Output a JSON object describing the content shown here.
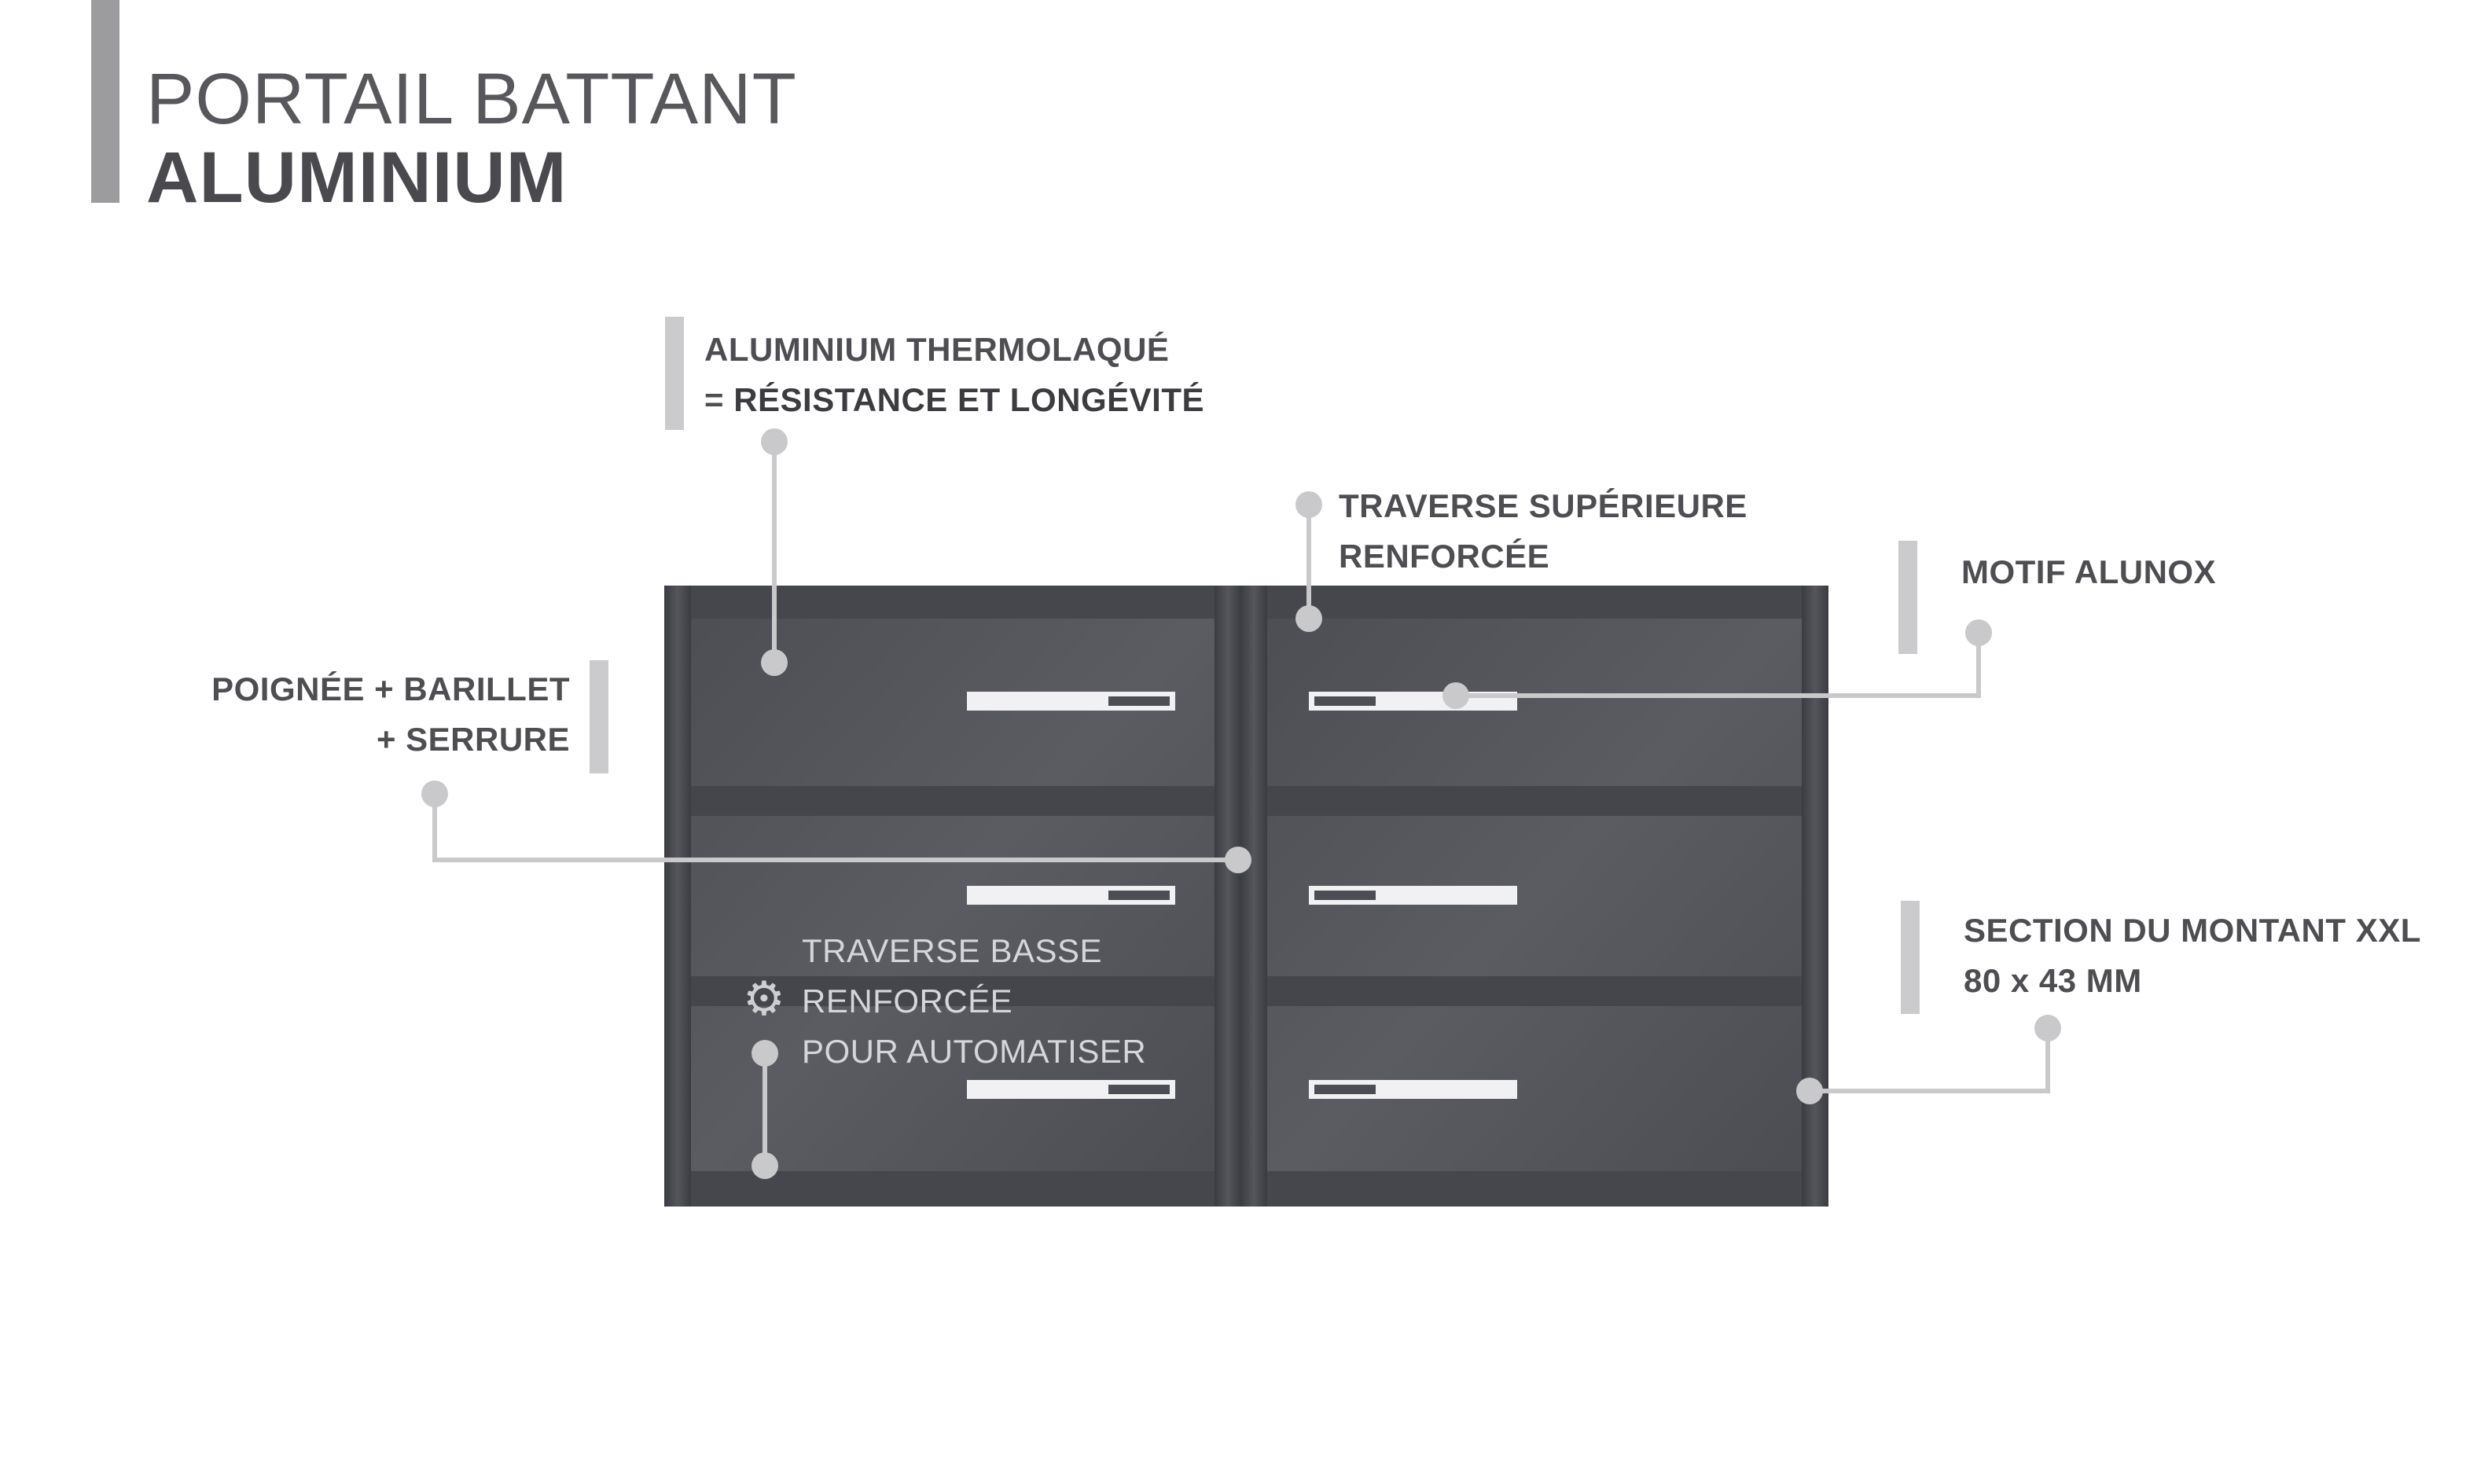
{
  "header": {
    "title_line1": "PORTAIL BATTANT",
    "title_line2": "ALUMINIUM"
  },
  "callouts": {
    "aluminium": {
      "line1": "ALUMINIUM THERMOLAQUÉ",
      "line2_prefix": "= ",
      "line2_bold": "RÉSISTANCE ET LONGÉVITÉ"
    },
    "traverse_sup": {
      "line1": "TRAVERSE SUPÉRIEURE",
      "line2": "RENFORCÉE"
    },
    "motif": {
      "line1": "MOTIF ALUNOX"
    },
    "poignee": {
      "line1": "POIGNÉE + BARILLET",
      "line2": "+ SERRURE"
    },
    "section": {
      "line1": "SECTION DU MONTANT XXL",
      "line2": "80 x 43 MM"
    },
    "traverse_basse": {
      "line1": "TRAVERSE BASSE",
      "line2": "RENFORCÉE",
      "line3": "POUR AUTOMATISER"
    }
  },
  "icons": {
    "gear": "gear-icon"
  },
  "colors": {
    "gate": "#4d4f55",
    "gate_frame": "#3f4146",
    "callout_line": "#c9c9cb",
    "accent_bar": "#cbcbcd"
  }
}
